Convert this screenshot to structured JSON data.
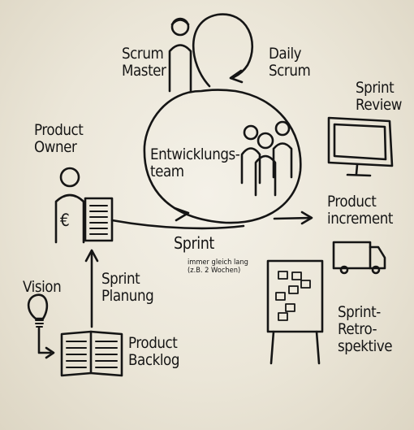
{
  "diagram": {
    "roles": {
      "scrum_master": [
        "Scrum",
        "Master"
      ],
      "product_owner": [
        "Product",
        "Owner"
      ],
      "dev_team": [
        "Entwicklungs-",
        "team"
      ]
    },
    "events": {
      "daily_scrum": [
        "Daily",
        "Scrum"
      ],
      "sprint_review": [
        "Sprint",
        "Review"
      ],
      "sprint_planning": [
        "Sprint",
        "Planung"
      ],
      "sprint_retro": [
        "Sprint-",
        "Retro-",
        "spektive"
      ],
      "sprint": "Sprint",
      "sprint_note": [
        "immer gleich lang",
        "(z.B. 2 Wochen)"
      ]
    },
    "artifacts": {
      "product_increment": [
        "Product",
        "increment"
      ],
      "product_backlog": [
        "Product",
        "Backlog"
      ],
      "vision": "Vision"
    },
    "symbols": {
      "euro_sign": "€"
    },
    "icons": [
      "person-icon",
      "team-icon",
      "document-icon",
      "monitor-icon",
      "truck-icon",
      "board-icon",
      "lightbulb-icon",
      "book-icon",
      "arrow-icon"
    ]
  }
}
